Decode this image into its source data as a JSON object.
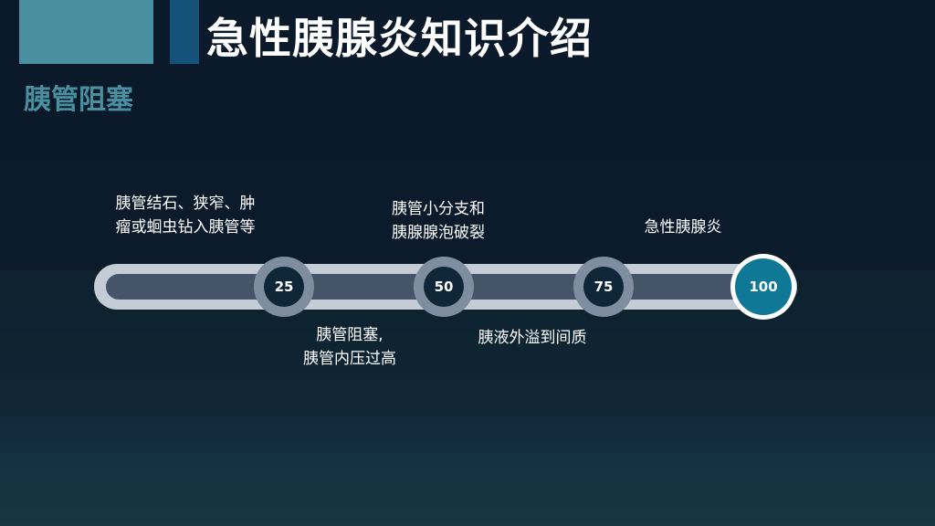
{
  "title": "急性胰腺炎知识介绍",
  "section_title": "胰管阻塞",
  "timeline": {
    "nodes": [
      {
        "value": "25"
      },
      {
        "value": "50"
      },
      {
        "value": "75"
      },
      {
        "value": "100"
      }
    ],
    "top_labels": [
      {
        "line1": "胰管结石、狭窄、肿",
        "line2": "瘤或蛔虫钻入胰管等"
      },
      {
        "line1": "胰管小分支和",
        "line2": "胰腺腺泡破裂"
      },
      {
        "line1": "急性胰腺炎"
      }
    ],
    "bottom_labels": [
      {
        "line1": "胰管阻塞,",
        "line2": "胰管内压过高"
      },
      {
        "line1": "胰液外溢到间质"
      }
    ]
  },
  "colors": {
    "accent": "#4a8fa0",
    "accent_dark": "#15527a",
    "final_node": "#0f7896",
    "background": "#0b1b2b"
  }
}
